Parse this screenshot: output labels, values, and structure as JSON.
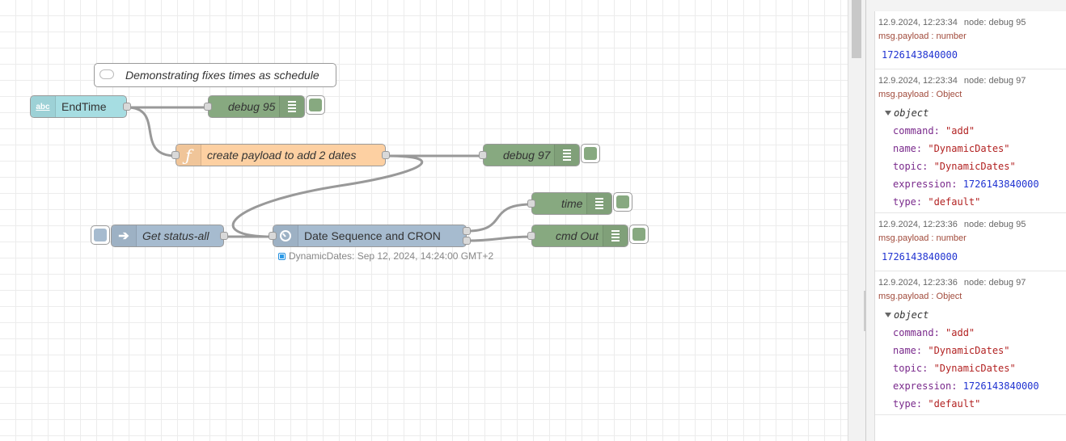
{
  "canvas": {
    "comment": "Demonstrating fixes times as schedule",
    "nodes": {
      "endtime": {
        "label": "EndTime",
        "icon": "abc-inject-icon",
        "color": "#a6dde2"
      },
      "debug95": {
        "label": "debug 95",
        "color": "#87a980"
      },
      "func": {
        "label": "create payload to add 2 dates",
        "icon": "function-icon",
        "color": "#fdd0a2"
      },
      "debug97": {
        "label": "debug 97",
        "color": "#87a980"
      },
      "status": {
        "label": "Get status-all",
        "icon": "link-arrow-icon",
        "color": "#a6bbcf"
      },
      "dsc": {
        "label": "Date Sequence and CRON",
        "icon": "timer-icon",
        "color": "#a6bbcf",
        "status": "DynamicDates: Sep 12, 2024, 14:24:00 GMT+2"
      },
      "time": {
        "label": "time",
        "color": "#87a980"
      },
      "cmdout": {
        "label": "cmd Out",
        "color": "#87a980"
      }
    }
  },
  "sidebar": {
    "messages": [
      {
        "time": "12.9.2024, 12:23:34",
        "node": "node: debug 95",
        "path": "msg.payload : number",
        "type": "number",
        "value": "1726143840000"
      },
      {
        "time": "12.9.2024, 12:23:34",
        "node": "node: debug 97",
        "path": "msg.payload : Object",
        "type": "object",
        "head": "object",
        "props": [
          {
            "k": "command",
            "v": "\"add\"",
            "t": "str"
          },
          {
            "k": "name",
            "v": "\"DynamicDates\"",
            "t": "str"
          },
          {
            "k": "topic",
            "v": "\"DynamicDates\"",
            "t": "str"
          },
          {
            "k": "expression",
            "v": "1726143840000",
            "t": "num"
          },
          {
            "k": "type",
            "v": "\"default\"",
            "t": "str"
          }
        ]
      },
      {
        "time": "12.9.2024, 12:23:36",
        "node": "node: debug 95",
        "path": "msg.payload : number",
        "type": "number",
        "value": "1726143840000"
      },
      {
        "time": "12.9.2024, 12:23:36",
        "node": "node: debug 97",
        "path": "msg.payload : Object",
        "type": "object",
        "head": "object",
        "props": [
          {
            "k": "command",
            "v": "\"add\"",
            "t": "str"
          },
          {
            "k": "name",
            "v": "\"DynamicDates\"",
            "t": "str"
          },
          {
            "k": "topic",
            "v": "\"DynamicDates\"",
            "t": "str"
          },
          {
            "k": "expression",
            "v": "1726143840000",
            "t": "num"
          },
          {
            "k": "type",
            "v": "\"default\"",
            "t": "str"
          }
        ]
      }
    ]
  }
}
